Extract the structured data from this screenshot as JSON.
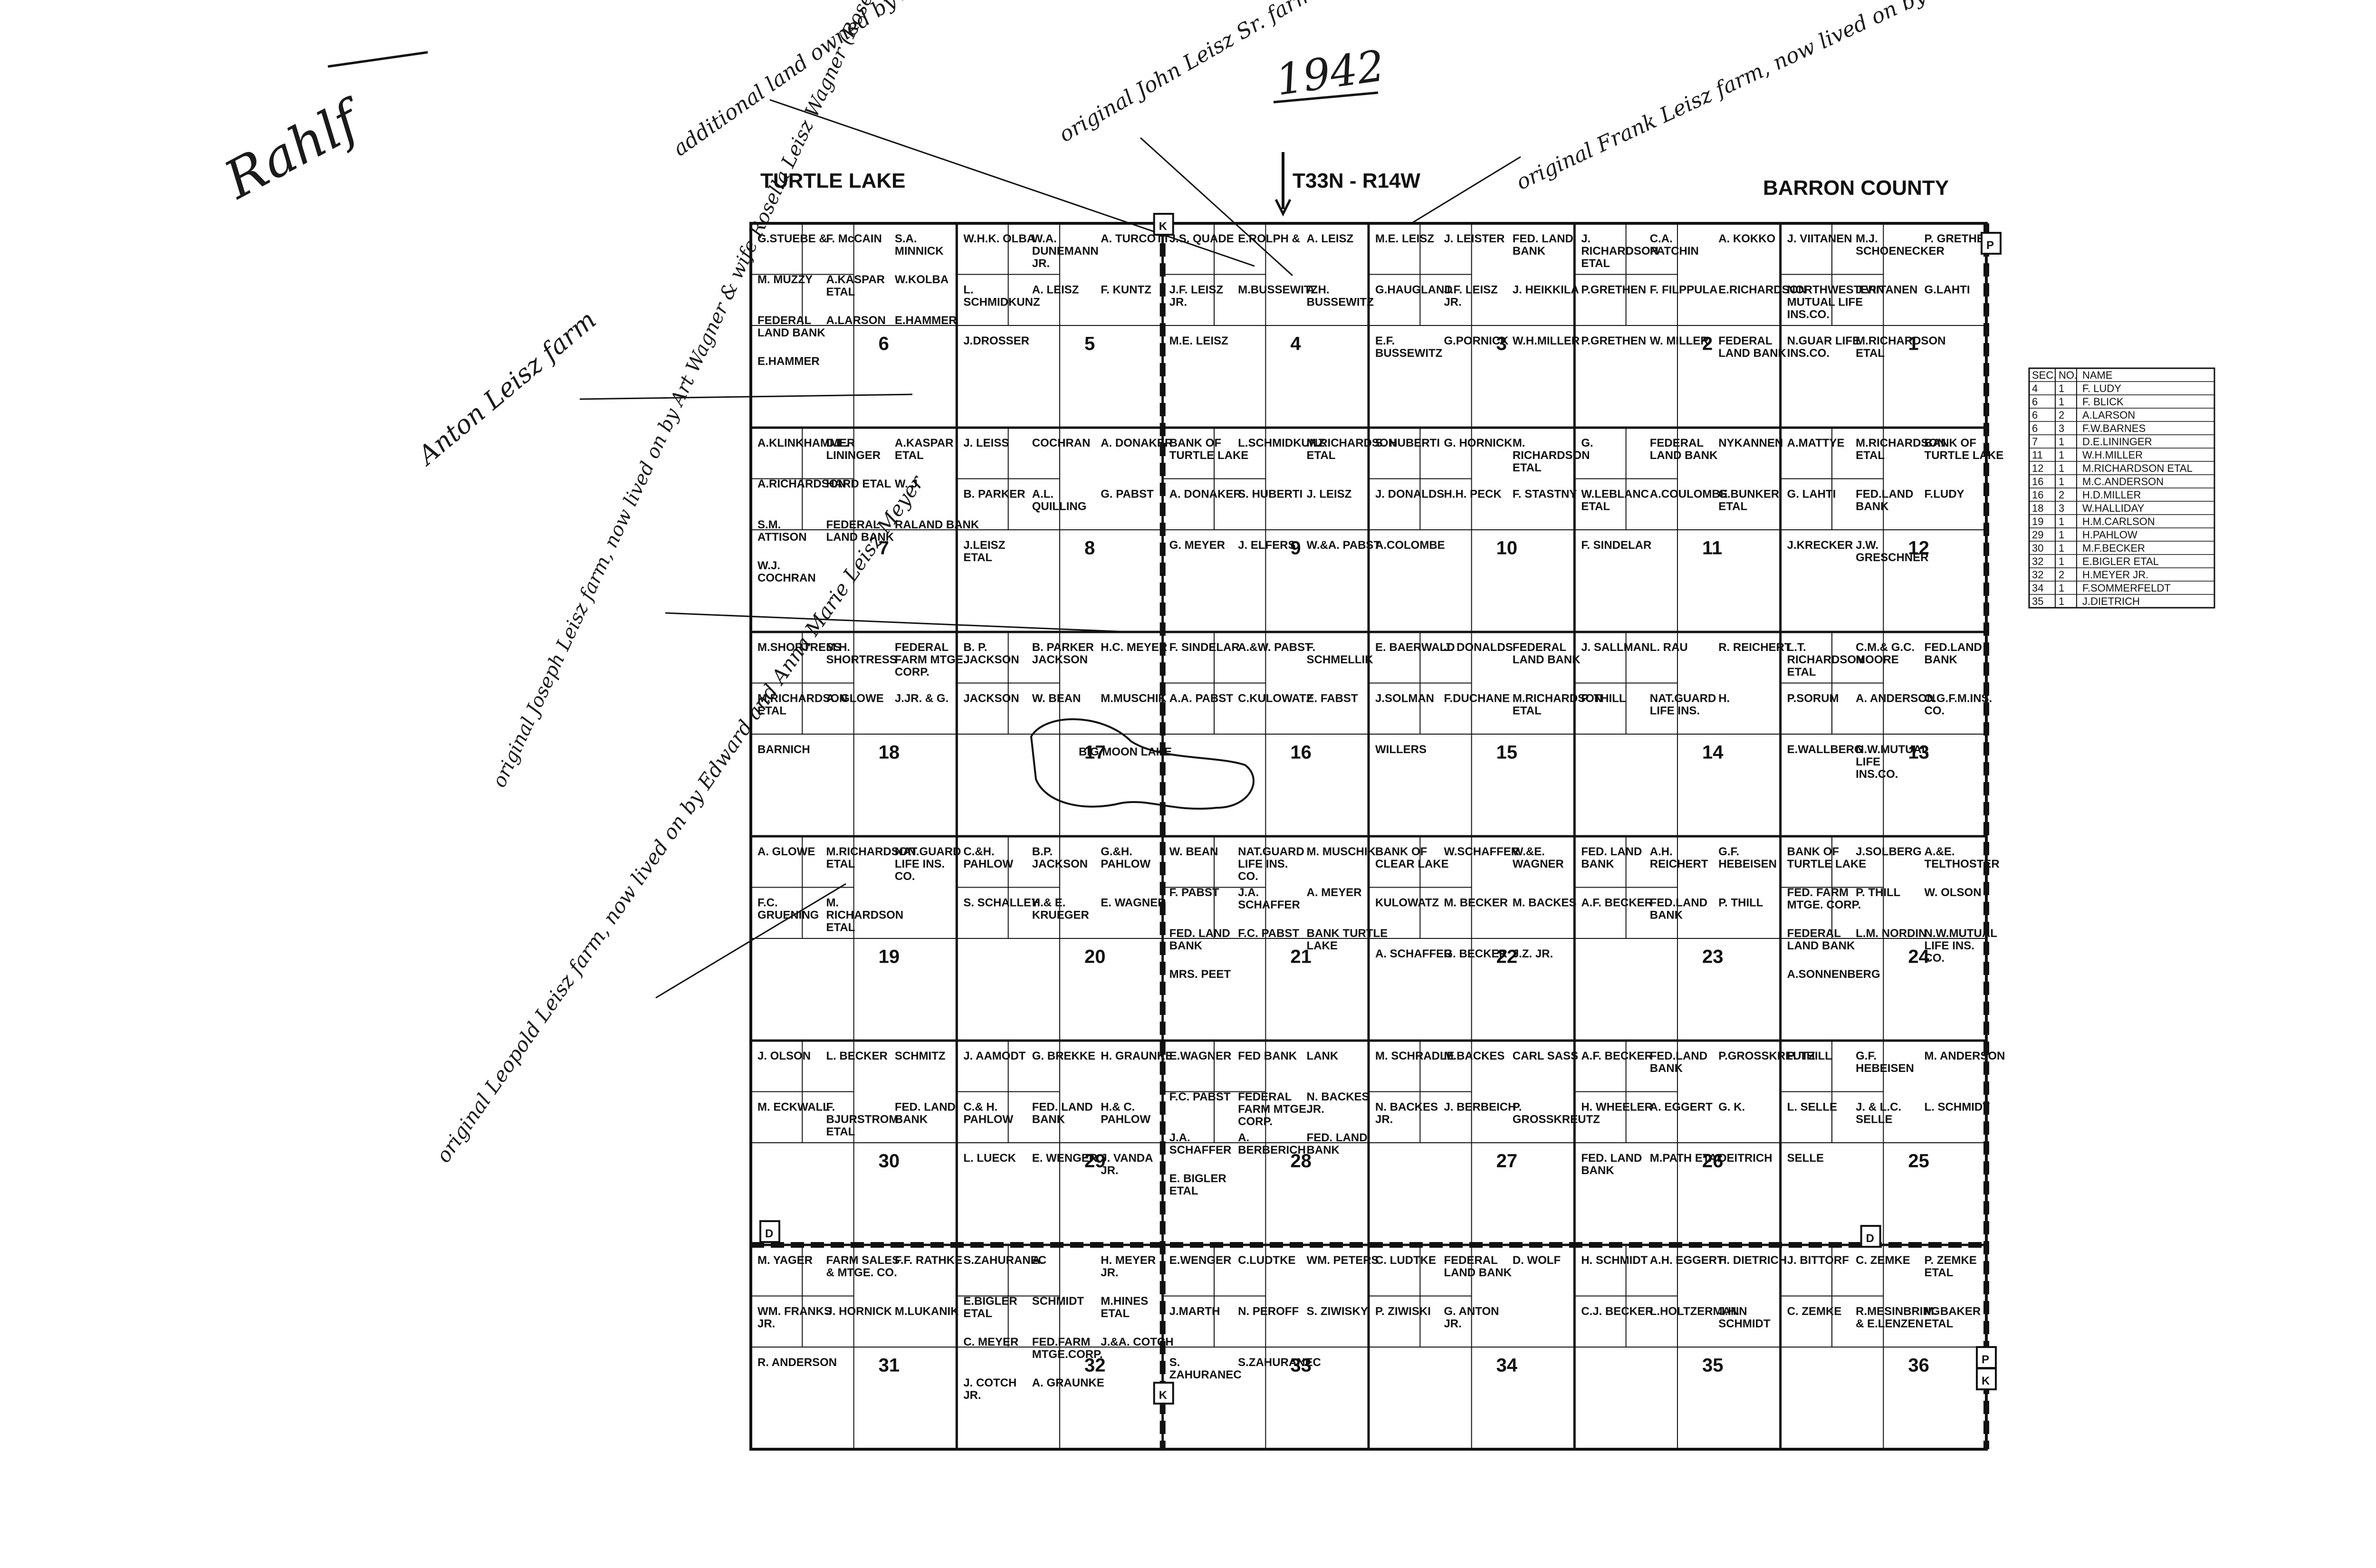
{
  "header": {
    "left": "TURTLE LAKE",
    "center": "T33N - R14W",
    "right": "BARRON COUNTY"
  },
  "handwritten": {
    "signature": "Rahlf",
    "year": "1942",
    "additional": "additional land owned by Anton Leisz",
    "john": "original John Leisz Sr. farm, now lived on by John Leisz Jr.",
    "frank": "original Frank Leisz farm, now lived on by son, Michael Leisz (Lorenz Leisz's father)",
    "anton": "Anton Leisz farm",
    "joseph": "original Joseph Leisz farm, now lived on by Art Wagner & wife Rosella Leisz Wagner (Rosella is the daughter of Michael Leisz)",
    "leopold": "original Leopold Leisz farm, now lived on by Edward and Anna Marie Leisz Meyer"
  },
  "road_markers": [
    "K",
    "P",
    "K",
    "D",
    "D",
    "P",
    "K"
  ],
  "lake": "BIG MOON LAKE",
  "sections": [
    {
      "n": "6",
      "owners": [
        "G.STUEBE &",
        "F. McCAIN",
        "S.A. MINNICK",
        "M. MUZZY",
        "A.KASPAR ETAL",
        "W.KOLBA",
        "FEDERAL LAND BANK",
        "A.LARSON",
        "E.HAMMER",
        "E.HAMMER"
      ]
    },
    {
      "n": "5",
      "owners": [
        "W.H.K. OLBA",
        "W.A. DUNEMANN JR.",
        "A. TURCOTT",
        "L. SCHMIDKUNZ",
        "A. LEISZ",
        "F. KUNTZ",
        "J.DROSSER"
      ]
    },
    {
      "n": "4",
      "owners": [
        "J.S. QUADE",
        "E.ROLPH &",
        "A. LEISZ",
        "J.F. LEISZ JR.",
        "M.BUSSEWITZ",
        "A.H. BUSSEWITZ",
        "M.E. LEISZ"
      ]
    },
    {
      "n": "3",
      "owners": [
        "M.E. LEISZ",
        "J. LEISTER",
        "FED. LAND BANK",
        "G.HAUGLAND",
        "J.F. LEISZ JR.",
        "J. HEIKKILA",
        "E.F. BUSSEWITZ",
        "G.PORNICK",
        "W.H.MILLER"
      ]
    },
    {
      "n": "2",
      "owners": [
        "J. RICHARDSON ETAL",
        "C.A. PATCHIN",
        "A. KOKKO",
        "P.GRETHEN",
        "F. FILPPULA",
        "E.RICHARDSON",
        "P.GRETHEN",
        "W. MILLER",
        "FEDERAL LAND BANK"
      ]
    },
    {
      "n": "1",
      "owners": [
        "J. VIITANEN",
        "M.J. SCHOENECKER",
        "P. GRETHEN",
        "NORTHWESTERN MUTUAL LIFE INS.CO.",
        "J.VIITANEN",
        "G.LAHTI",
        "N.GUAR LIFE INS.CO.",
        "M.RICHARDSON ETAL"
      ]
    },
    {
      "n": "7",
      "owners": [
        "A.KLINKHAMMER",
        "D.E. LININGER",
        "A.KASPAR ETAL",
        "A.RICHARDSON",
        "HARD ETAL",
        "W. J.",
        "S.M. ATTISON",
        "FEDERAL LAND BANK",
        "RALAND BANK",
        "W.J. COCHRAN"
      ]
    },
    {
      "n": "8",
      "owners": [
        "J. LEISS",
        "COCHRAN",
        "A. DONAKER",
        "B. PARKER",
        "A.L. QUILLING",
        "G. PABST",
        "J.LEISZ ETAL"
      ]
    },
    {
      "n": "9",
      "owners": [
        "BANK OF TURTLE LAKE",
        "L.SCHMIDKUNZ",
        "M.RICHARDSON ETAL",
        "A. DONAKER",
        "S. HUBERTI",
        "J. LEISZ",
        "G. MEYER",
        "J. ELFERS",
        "W.&A. PABST"
      ]
    },
    {
      "n": "10",
      "owners": [
        "S. HUBERTI",
        "G. HORNICK",
        "M. RICHARDSON ETAL",
        "J. DONALDS",
        "H.H. PECK",
        "F. STASTNY",
        "A.COLOMBE"
      ]
    },
    {
      "n": "11",
      "owners": [
        "G.",
        "FEDERAL LAND BANK",
        "NYKANNEN",
        "W.LEBLANC ETAL",
        "A.COULOMBE",
        "G.BUNKER ETAL",
        "F. SINDELAR"
      ]
    },
    {
      "n": "12",
      "owners": [
        "A.MATTYE",
        "M.RICHARDSON ETAL",
        "BANK OF TURTLE LAKE",
        "G. LAHTI",
        "FED.LAND BANK",
        "F.LUDY",
        "J.KRECKER",
        "J.W. GRESCHNER"
      ]
    },
    {
      "n": "18",
      "owners": [
        "M.SHORTRESS",
        "M.H. SHORTRESS",
        "FEDERAL FARM MTGE. CORP.",
        "M.RICHARDSON ETAL",
        "A. GLOWE",
        "J.JR. & G.",
        "BARNICH"
      ]
    },
    {
      "n": "17",
      "owners": [
        "B. P. JACKSON",
        "B. PARKER JACKSON",
        "H.C. MEYER",
        "JACKSON",
        "W. BEAN",
        "M.MUSCHIK"
      ]
    },
    {
      "n": "16",
      "owners": [
        "F. SINDELAR",
        "A.&W. PABST",
        "F. SCHMELLIK",
        "A.A. PABST",
        "C.KULOWATZ",
        "E. FABST"
      ]
    },
    {
      "n": "15",
      "owners": [
        "E. BAERWALD",
        "J. DONALDS",
        "FEDERAL LAND BANK",
        "J.SOLMAN",
        "F.DUCHANE",
        "M.RICHARDSON ETAL",
        "WILLERS"
      ]
    },
    {
      "n": "14",
      "owners": [
        "J. SALLMAN",
        "L. RAU",
        "R. REICHERT",
        "P. THILL",
        "NAT.GUARD LIFE INS.",
        "H."
      ]
    },
    {
      "n": "13",
      "owners": [
        "L.T. RICHARDSON ETAL",
        "C.M.& G.C. MOORE",
        "FED.LAND BANK",
        "P.SORUM",
        "A. ANDERSON",
        "O.G.F.M.INS. CO.",
        "E.WALLBERG",
        "N.W.MUTUAL LIFE INS.CO."
      ]
    },
    {
      "n": "19",
      "owners": [
        "A. GLOWE",
        "M.RICHARDSON ETAL",
        "NAT.GUARD LIFE INS. CO.",
        "F.C. GRUENING",
        "M. RICHARDSON ETAL"
      ]
    },
    {
      "n": "20",
      "owners": [
        "C.&H. PAHLOW",
        "B.P. JACKSON",
        "G.&H. PAHLOW",
        "S. SCHALLEY",
        "H.& E. KRUEGER",
        "E. WAGNER"
      ]
    },
    {
      "n": "21",
      "owners": [
        "W. BEAN",
        "NAT.GUARD LIFE INS. CO.",
        "M. MUSCHIK",
        "F. PABST",
        "J.A. SCHAFFER",
        "A. MEYER",
        "FED. LAND BANK",
        "F.C. PABST",
        "BANK TURTLE LAKE",
        "MRS. PEET"
      ]
    },
    {
      "n": "22",
      "owners": [
        "BANK OF CLEAR LAKE",
        "W.SCHAFFER",
        "W.&E. WAGNER",
        "KULOWATZ",
        "M. BECKER",
        "M. BACKES",
        "A. SCHAFFER",
        "G. BECKER",
        "J.Z. JR."
      ]
    },
    {
      "n": "23",
      "owners": [
        "FED. LAND BANK",
        "A.H. REICHERT",
        "G.F. HEBEISEN",
        "A.F. BECKER",
        "FED.LAND BANK",
        "P. THILL"
      ]
    },
    {
      "n": "24",
      "owners": [
        "BANK OF TURTLE LAKE",
        "J.SOLBERG",
        "A.&E. TELTHOSTER",
        "FED. FARM MTGE. CORP.",
        "P. THILL",
        "W. OLSON",
        "FEDERAL LAND BANK",
        "L.M. NORDIN",
        "N.W.MUTUAL LIFE INS. CO.",
        "A.SONNENBERG"
      ]
    },
    {
      "n": "30",
      "owners": [
        "J. OLSON",
        "L. BECKER",
        "SCHMITZ",
        "M. ECKWALL",
        "F. BJURSTROM ETAL",
        "FED. LAND BANK"
      ]
    },
    {
      "n": "29",
      "owners": [
        "J. AAMODT",
        "G. BREKKE",
        "H. GRAUNKE",
        "C.& H. PAHLOW",
        "FED. LAND BANK",
        "H.& C. PAHLOW",
        "L. LUECK",
        "E. WENGER",
        "J. VANDA JR."
      ]
    },
    {
      "n": "28",
      "owners": [
        "E.WAGNER",
        "FED BANK",
        "LANK",
        "F.C. PABST",
        "FEDERAL FARM MTGE. CORP.",
        "N. BACKES JR.",
        "J.A. SCHAFFER",
        "A. BERBERICH",
        "FED. LAND BANK",
        "E. BIGLER ETAL"
      ]
    },
    {
      "n": "27",
      "owners": [
        "M. SCHRADLE",
        "M.BACKES",
        "CARL SASS",
        "N. BACKES JR.",
        "J. BERBEICH",
        "P. GROSSKREUTZ"
      ]
    },
    {
      "n": "26",
      "owners": [
        "A.F. BECKER",
        "FED.LAND BANK",
        "P.GROSSKREUTZ",
        "H. WHEELER",
        "A. EGGERT",
        "G. K.",
        "FED. LAND BANK",
        "M.PATH ETAL",
        "DEITRICH"
      ]
    },
    {
      "n": "25",
      "owners": [
        "P. THILL",
        "G.F. HEBEISEN",
        "M. ANDERSON",
        "L. SELLE",
        "J. & L.C. SELLE",
        "L. SCHMIDT",
        "SELLE"
      ]
    },
    {
      "n": "31",
      "owners": [
        "M. YAGER",
        "FARM SALES & MTGE. CO.",
        "F.F. RATHKE",
        "WM. FRANKS JR.",
        "J. HORNICK",
        "M.LUKANIK",
        "R. ANDERSON"
      ]
    },
    {
      "n": "32",
      "owners": [
        "S.ZAHURANEC",
        "A.",
        "H. MEYER JR.",
        "E.BIGLER ETAL",
        "SCHMIDT",
        "M.HINES ETAL",
        "C. MEYER",
        "FED.FARM MTGE.CORP.",
        "J.&A. COTCH",
        "J. COTCH JR.",
        "A. GRAUNKE"
      ]
    },
    {
      "n": "33",
      "owners": [
        "E.WENGER",
        "C.LUDTKE",
        "WM. PETERS",
        "J.MARTH",
        "N. PEROFF",
        "S. ZIWISKY",
        "S. ZAHURANEC",
        "S.ZAHURANEC"
      ]
    },
    {
      "n": "34",
      "owners": [
        "C. LUDTKE",
        "FEDERAL LAND BANK",
        "D. WOLF",
        "P. ZIWISKI",
        "G. ANTON JR."
      ]
    },
    {
      "n": "35",
      "owners": [
        "H. SCHMIDT",
        "A.H. EGGERT",
        "H. DIETRICH",
        "C.J. BECKER",
        "L.HOLTZERMANN",
        "J.H. SCHMIDT"
      ]
    },
    {
      "n": "36",
      "owners": [
        "J. BITTORF",
        "C. ZEMKE",
        "P. ZEMKE ETAL",
        "C. ZEMKE",
        "R.MESINBRING & E.LENZEN",
        "M. BAKER ETAL"
      ]
    }
  ],
  "sec_table": {
    "headers": [
      "SEC.",
      "NO.",
      "NAME"
    ],
    "rows": [
      [
        "4",
        "1",
        "F. LUDY"
      ],
      [
        "6",
        "1",
        "F. BLICK"
      ],
      [
        "6",
        "2",
        "A.LARSON"
      ],
      [
        "6",
        "3",
        "F.W.BARNES"
      ],
      [
        "7",
        "1",
        "D.E.LININGER"
      ],
      [
        "11",
        "1",
        "W.H.MILLER"
      ],
      [
        "12",
        "1",
        "M.RICHARDSON ETAL"
      ],
      [
        "16",
        "1",
        "M.C.ANDERSON"
      ],
      [
        "16",
        "2",
        "H.D.MILLER"
      ],
      [
        "18",
        "3",
        "W.HALLIDAY"
      ],
      [
        "19",
        "1",
        "H.M.CARLSON"
      ],
      [
        "29",
        "1",
        "H.PAHLOW"
      ],
      [
        "30",
        "1",
        "M.F.BECKER"
      ],
      [
        "32",
        "1",
        "E.BIGLER ETAL"
      ],
      [
        "32",
        "2",
        "H.MEYER JR."
      ],
      [
        "34",
        "1",
        "F.SOMMERFELDT"
      ],
      [
        "35",
        "1",
        "J.DIETRICH"
      ]
    ]
  }
}
